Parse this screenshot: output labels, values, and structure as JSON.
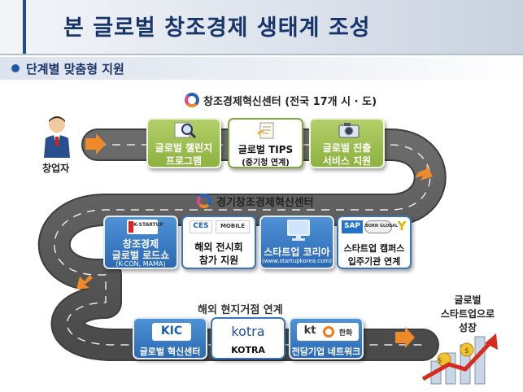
{
  "header": {
    "title": "본 글로벌 창조경제 생태계 조성",
    "subtitle": "단계별 맞춤형 지원"
  },
  "founder": {
    "label": "창업자"
  },
  "stage1": {
    "center_label": "창조경제혁신센터 (전국 17개 시 · 도)",
    "boxes": [
      {
        "line1": "글로벌 챌린지",
        "line2": "프로그램"
      },
      {
        "line1": "글로벌 TIPS",
        "line2": "(중기청 연계)"
      },
      {
        "line1": "글로벌 진출",
        "line2": "서비스 지원"
      }
    ]
  },
  "stage2": {
    "center_label": "경기창조경제혁신센터",
    "boxes": [
      {
        "logo_line1": "K-STARTUP",
        "line1": "창조경제",
        "line2": "글로벌 로드쇼",
        "line3": "(K-CON, MAMA)"
      },
      {
        "logo_left": "CES",
        "logo_right": "MOBILE",
        "line1": "해외 전시회",
        "line2": "참가 지원"
      },
      {
        "line1": "스타트업 코리아",
        "line2": "(www.startupkorea.com)"
      },
      {
        "logo_left": "SAP",
        "logo_mid": "BORN GLOBAL",
        "logo_right": "Y",
        "line1": "스타트업 캠퍼스",
        "line2": "입주기관 연계"
      }
    ]
  },
  "stage3": {
    "label": "해외 현지거점 연계",
    "boxes": [
      {
        "logo": "KIC",
        "line1": "글로벌 혁신센터"
      },
      {
        "logo": "kotra",
        "line1": "KOTRA"
      },
      {
        "logo_left": "kt",
        "logo_right": "한화",
        "line1": "전담기업 네트워크"
      }
    ]
  },
  "goal": {
    "line1": "글로벌",
    "line2": "스타트업으로",
    "line3": "성장"
  },
  "colors": {
    "title": "#17356b",
    "green": "#8cb23e",
    "blue": "#2b69b4",
    "road": "#5a5a5a",
    "arrow": "#ef8a2a"
  }
}
